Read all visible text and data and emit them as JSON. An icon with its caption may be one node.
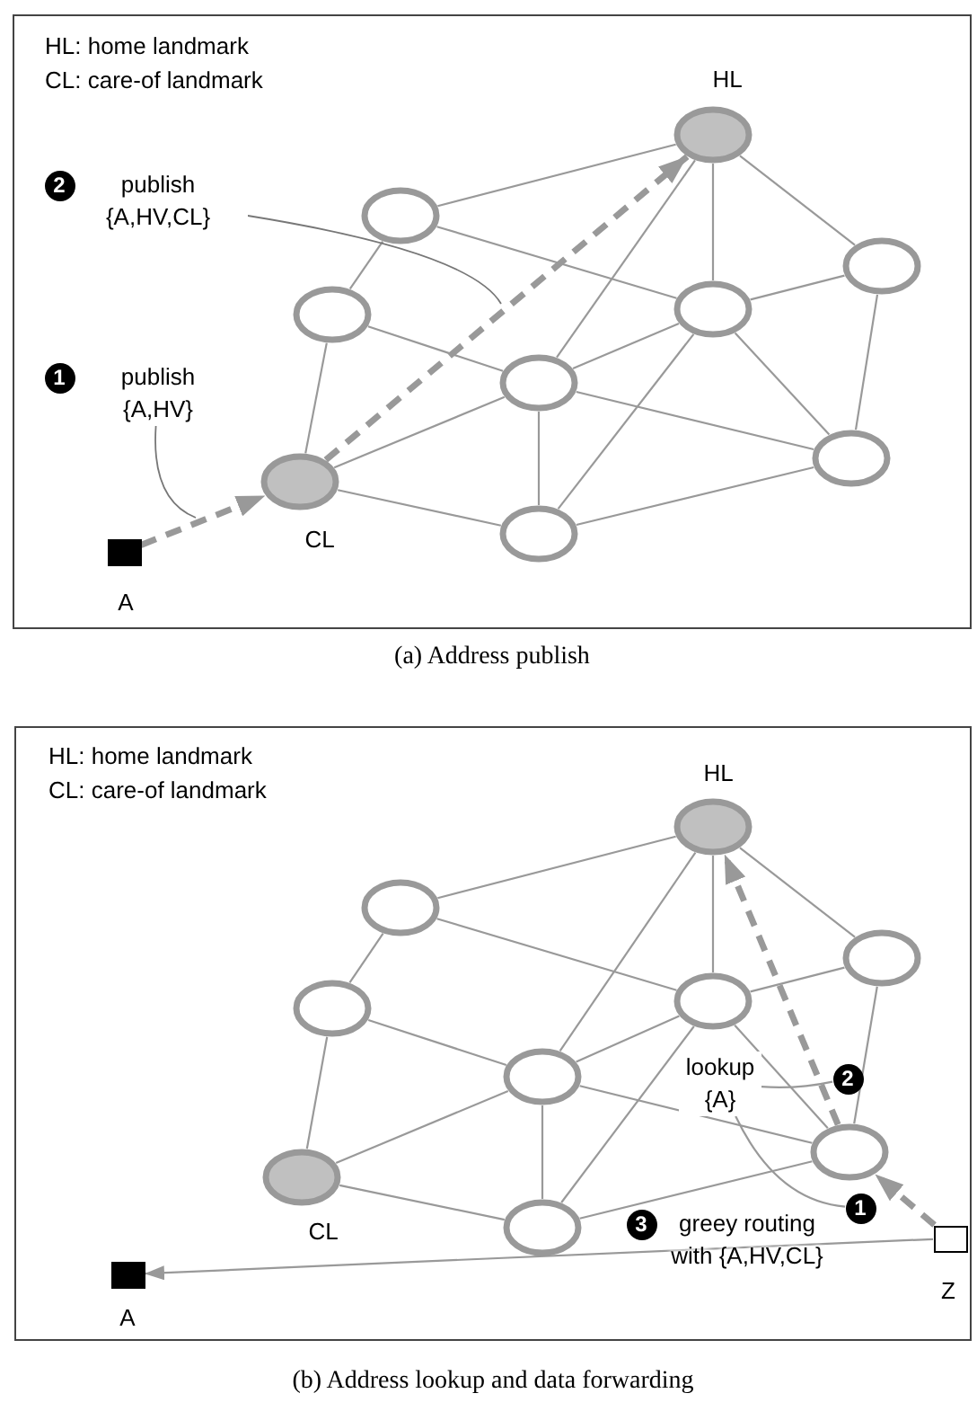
{
  "diagram": {
    "nodes": [
      {
        "text": [
          "(a) Address publish"
        ]
      },
      {
        "text": [
          "2"
        ],
        "in": 0
      },
      {
        "text": [
          "publish {A,HV,CL}"
        ],
        "in": 0
      },
      {
        "text": [],
        "shape": "circle",
        "beside": [
          "HL"
        ],
        "in": 0
      },
      {
        "text": [],
        "shape": "circle",
        "in": 0
      },
      {
        "text": [],
        "shape": "circle",
        "in": 0
      },
      {
        "text": [],
        "shape": "circle",
        "in": 0
      },
      {
        "text": [],
        "shape": "circle",
        "in": 0
      },
      {
        "text": [],
        "shape": "circle",
        "in": 0
      },
      {
        "text": [
          "1"
        ],
        "in": 0
      },
      {
        "text": [
          "publish {A,HV}"
        ],
        "in": 0
      },
      {
        "text": [],
        "shape": "circle",
        "in": 0
      },
      {
        "text": [],
        "shape": "circle",
        "beside": [
          "CL"
        ],
        "in": 0
      },
      {
        "text": [],
        "shape": "circle",
        "in": 0
      },
      {
        "text": [],
        "shape": "box",
        "beside": [
          "A"
        ],
        "in": 0
      },
      {
        "text": [
          "(b) Address lookup and data forwarding"
        ]
      },
      {
        "text": [],
        "shape": "circle",
        "beside": [
          "HL"
        ],
        "in": 15
      },
      {
        "text": [],
        "shape": "circle",
        "in": 15
      },
      {
        "text": [],
        "shape": "circle",
        "in": 15
      },
      {
        "text": [],
        "shape": "circle",
        "in": 15
      },
      {
        "text": [],
        "shape": "circle",
        "in": 15
      },
      {
        "text": [],
        "shape": "circle",
        "in": 15
      },
      {
        "text": [
          "lookup {A}"
        ],
        "in": 15
      },
      {
        "text": [
          "2"
        ],
        "in": 15
      },
      {
        "text": [],
        "shape": "circle",
        "in": 15
      },
      {
        "text": [],
        "shape": "circle",
        "beside": [
          "CL"
        ],
        "in": 15
      },
      {
        "text": [
          "1"
        ],
        "in": 15
      },
      {
        "text": [],
        "shape": "circle",
        "in": 15
      },
      {
        "text": [
          "3"
        ],
        "in": 15
      },
      {
        "text": [],
        "shape": "box",
        "beside": [
          "Z"
        ],
        "in": 15
      },
      {
        "text": [],
        "shape": "box",
        "beside": [
          "A"
        ],
        "in": 15
      }
    ],
    "edges": [
      {
        "from": 3,
        "to": 4,
        "arrow": "none"
      },
      {
        "from": 3,
        "to": 6,
        "arrow": "none"
      },
      {
        "from": 3,
        "to": 5,
        "arrow": "none"
      },
      {
        "from": 3,
        "to": 8,
        "arrow": "none"
      },
      {
        "from": 4,
        "to": 7,
        "arrow": "none"
      },
      {
        "from": 4,
        "to": 6,
        "arrow": "none"
      },
      {
        "from": 7,
        "to": 8,
        "arrow": "none"
      },
      {
        "from": 7,
        "to": 12,
        "arrow": "none"
      },
      {
        "from": 6,
        "to": 8,
        "arrow": "none"
      },
      {
        "from": 8,
        "to": 12,
        "arrow": "none"
      },
      {
        "from": 8,
        "to": 13,
        "arrow": "none"
      },
      {
        "from": 8,
        "to": 11,
        "arrow": "none"
      },
      {
        "from": 6,
        "to": 5,
        "arrow": "none"
      },
      {
        "from": 6,
        "to": 13,
        "arrow": "none"
      },
      {
        "from": 6,
        "to": 11,
        "arrow": "none"
      },
      {
        "from": 5,
        "to": 11,
        "arrow": "none"
      },
      {
        "from": 12,
        "to": 13,
        "arrow": "none"
      },
      {
        "from": 11,
        "to": 13,
        "arrow": "none"
      },
      {
        "from": 14,
        "to": 12,
        "arrow": "to",
        "style": "dashed"
      },
      {
        "from": 12,
        "to": 3,
        "arrow": "to",
        "style": "dashed"
      },
      {
        "from": 10,
        "to": null,
        "arrow": "none"
      },
      {
        "from": 2,
        "to": null,
        "arrow": "none"
      },
      {
        "from": 16,
        "to": 17,
        "arrow": "none"
      },
      {
        "from": 16,
        "to": 19,
        "arrow": "none"
      },
      {
        "from": 16,
        "to": 18,
        "arrow": "none"
      },
      {
        "from": 16,
        "to": 21,
        "arrow": "none"
      },
      {
        "from": 17,
        "to": 20,
        "arrow": "none"
      },
      {
        "from": 17,
        "to": 19,
        "arrow": "none"
      },
      {
        "from": 20,
        "to": 21,
        "arrow": "none"
      },
      {
        "from": 20,
        "to": 25,
        "arrow": "none"
      },
      {
        "from": 19,
        "to": 21,
        "arrow": "none"
      },
      {
        "from": 21,
        "to": 25,
        "arrow": "none"
      },
      {
        "from": 21,
        "to": 27,
        "arrow": "none"
      },
      {
        "from": 21,
        "to": 24,
        "arrow": "none"
      },
      {
        "from": 19,
        "to": 18,
        "arrow": "none"
      },
      {
        "from": 19,
        "to": 27,
        "arrow": "none"
      },
      {
        "from": 19,
        "to": 24,
        "arrow": "none"
      },
      {
        "from": 18,
        "to": 24,
        "arrow": "none"
      },
      {
        "from": 25,
        "to": 27,
        "arrow": "none"
      },
      {
        "from": 24,
        "to": 27,
        "arrow": "none"
      },
      {
        "from": 29,
        "to": 24,
        "arrow": "to",
        "style": "dashed"
      },
      {
        "from": 24,
        "to": 16,
        "arrow": "to",
        "style": "dashed"
      },
      {
        "from": 29,
        "to": 30,
        "arrow": "to",
        "label": "greey routing with {A,HV,CL}"
      },
      {
        "from": 22,
        "to": 23,
        "arrow": "none"
      },
      {
        "from": 22,
        "to": 26,
        "arrow": "none"
      }
    ],
    "labels": [
      "HL: home landmark",
      "CL: care-of landmark",
      "HL: home landmark",
      "CL: care-of landmark"
    ]
  }
}
